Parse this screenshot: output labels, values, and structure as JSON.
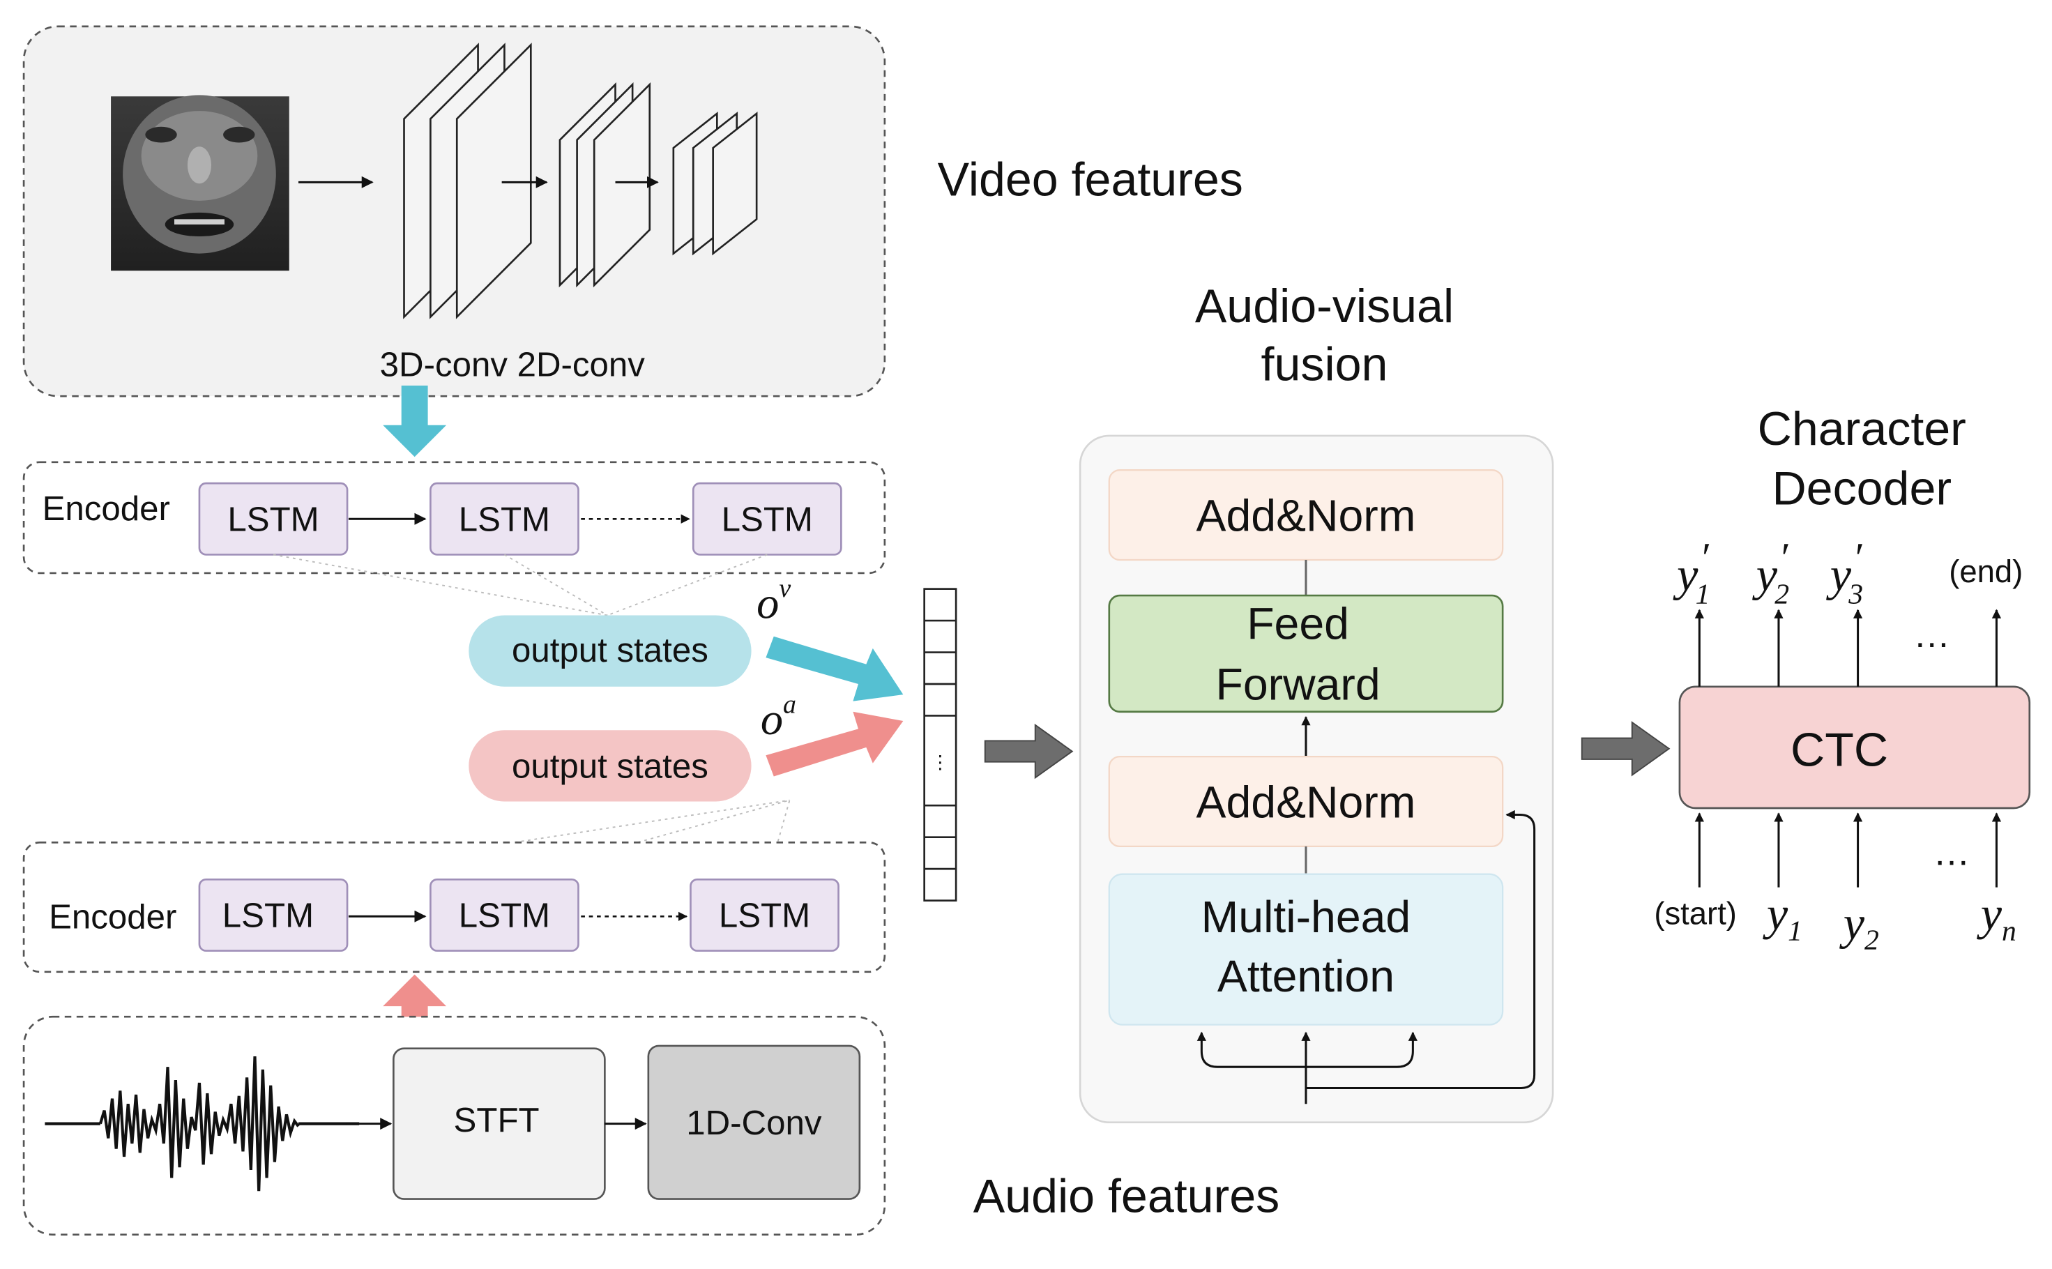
{
  "video": {
    "title": "Video features",
    "conv_label": "3D-conv 2D-conv"
  },
  "encoder_top": {
    "label": "Encoder",
    "cells": [
      "LSTM",
      "LSTM",
      "LSTM"
    ]
  },
  "encoder_bottom": {
    "label": "Encoder",
    "cells": [
      "LSTM",
      "LSTM",
      "LSTM"
    ]
  },
  "outputs": {
    "video_label": "output states",
    "audio_label": "output states",
    "video_symbol": "o",
    "video_sup": "v",
    "audio_symbol": "o",
    "audio_sup": "a"
  },
  "concat_vector": {
    "ellipsis": "⋮"
  },
  "fusion": {
    "title_line1": "Audio-visual",
    "title_line2": "fusion",
    "add_norm_top": "Add&Norm",
    "feed_forward_line1": "Feed",
    "feed_forward_line2": "Forward",
    "add_norm_bottom": "Add&Norm",
    "attention_line1": "Multi-head",
    "attention_line2": "Attention"
  },
  "decoder": {
    "title_line1": "Character",
    "title_line2": "Decoder",
    "ctc_label": "CTC",
    "outputs": [
      {
        "sym": "y",
        "mark": "′",
        "sub": "1"
      },
      {
        "sym": "y",
        "mark": "′",
        "sub": "2"
      },
      {
        "sym": "y",
        "mark": "′",
        "sub": "3"
      }
    ],
    "end_label": "(end)",
    "start_label": "(start)",
    "inputs": [
      {
        "sym": "y",
        "sub": "1"
      },
      {
        "sym": "y",
        "sub": "2"
      },
      {
        "sym": "y",
        "sub": "n"
      }
    ],
    "ellipsis": "…"
  },
  "audio": {
    "title": "Audio features",
    "stft_label": "STFT",
    "conv1d_label": "1D-Conv"
  },
  "colors": {
    "video_accent": "#55c0d2",
    "audio_accent": "#ef8f8d",
    "lstm_fill": "#ece4f2",
    "lstm_stroke": "#9f8fb8",
    "add_norm_fill": "#fdf0e8",
    "feed_forward_fill": "#d3e8c4",
    "attention_fill": "#e4f3f8",
    "ctc_fill": "#f7d3d3"
  }
}
